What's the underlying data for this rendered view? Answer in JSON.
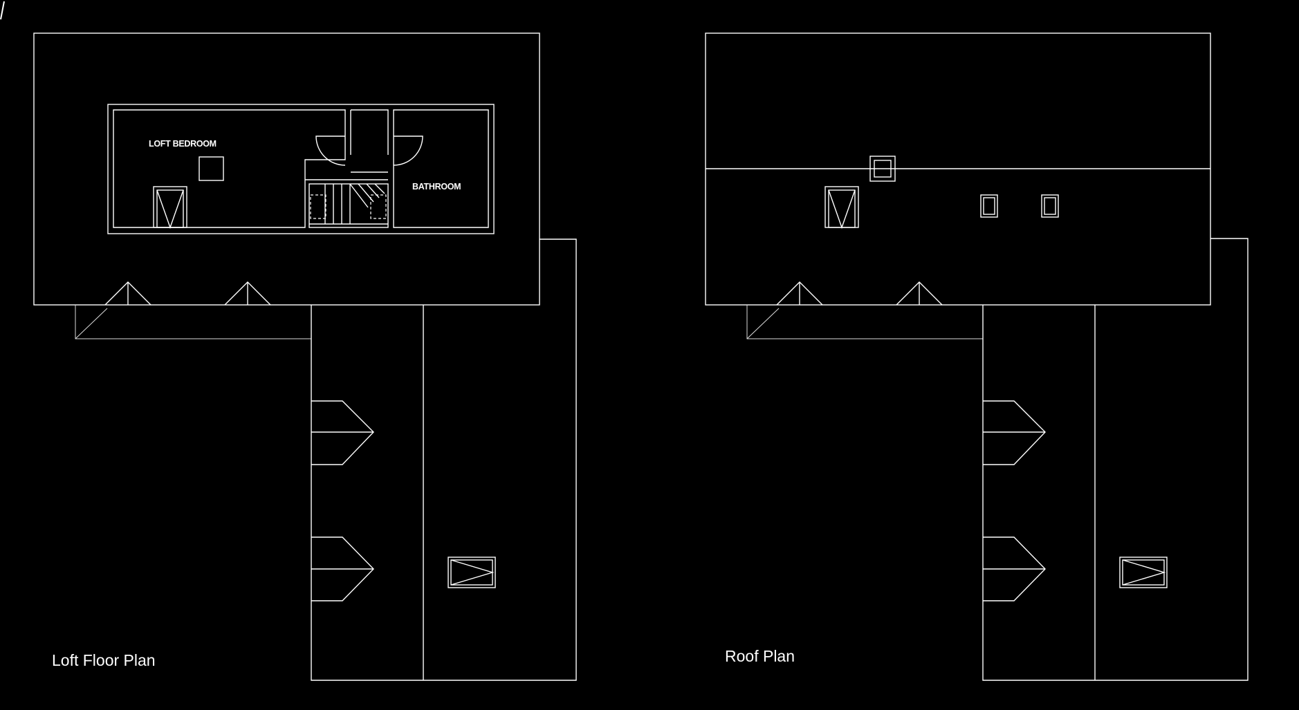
{
  "colors": {
    "background": "#000000",
    "line": "#ffffff"
  },
  "loft_plan": {
    "title": "Loft Floor Plan",
    "rooms": {
      "bedroom": "LOFT BEDROOM",
      "bathroom": "BATHROOM"
    }
  },
  "roof_plan": {
    "title": "Roof Plan"
  }
}
